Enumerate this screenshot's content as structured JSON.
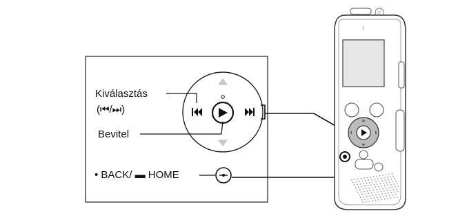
{
  "callout": {
    "select_label": "Kiválasztás",
    "select_keys_label": "(⏮/⏭)",
    "enter_label": "Bevitel",
    "back_label": "• BACK/ ▬ HOME"
  },
  "icons": {
    "up": "triangle-up-icon",
    "down": "triangle-down-icon",
    "prev": "skip-previous-icon",
    "next": "skip-next-icon",
    "play": "play-icon",
    "back_home": "back-home-button-icon"
  },
  "colors": {
    "line": "#111111",
    "device_outline": "#333333",
    "light_gray": "#bcbcbc",
    "screen_gray": "#e6e6e6"
  }
}
